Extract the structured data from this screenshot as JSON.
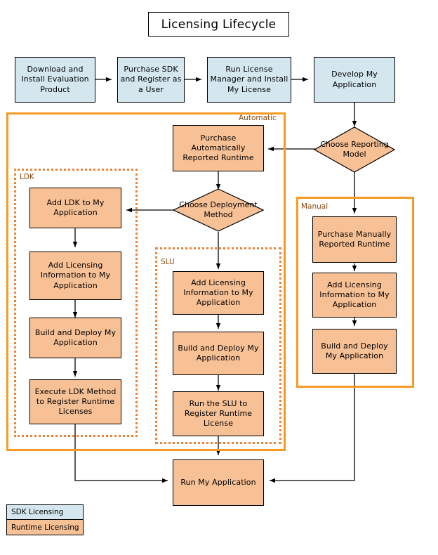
{
  "title": {
    "text": "Licensing Lifecycle"
  },
  "colors": {
    "sdk_fill": "#d4e7ef",
    "runtime_fill": "#f7c095",
    "group_solid_border": "#f59a23",
    "group_dotted_border": "#ef8137",
    "group_label_text": "#8a4a12",
    "node_border": "#000000",
    "connector": "#000000",
    "page_background": "#ffffff"
  },
  "groups": [
    {
      "name": "runtime-licensing-outer",
      "label": "",
      "style": "solid"
    },
    {
      "name": "automatic-group",
      "label": "Automatic",
      "style": "solid"
    },
    {
      "name": "manual-group",
      "label": "Manual",
      "style": "solid"
    },
    {
      "name": "ldk-group",
      "label": "LDK",
      "style": "dotted"
    },
    {
      "name": "slu-group",
      "label": "SLU",
      "style": "dotted"
    }
  ],
  "nodes": {
    "download_install": {
      "label": "Download and Install Evaluation Product",
      "category": "sdk",
      "shape": "rect"
    },
    "purchase_sdk": {
      "label": "Purchase SDK and Register as a User",
      "category": "sdk",
      "shape": "rect"
    },
    "run_license_manager": {
      "label": "Run License Manager and Install My License",
      "category": "sdk",
      "shape": "rect"
    },
    "develop_my_application": {
      "label": "Develop My Application",
      "category": "sdk",
      "shape": "rect"
    },
    "choose_reporting_model": {
      "label": "Choose Reporting Model",
      "category": "runtime",
      "shape": "diamond"
    },
    "purchase_auto_runtime": {
      "label": "Purchase Automatically Reported Runtime",
      "category": "runtime",
      "shape": "rect"
    },
    "choose_deployment_method": {
      "label": "Choose Deployment Method",
      "category": "runtime",
      "shape": "diamond"
    },
    "ldk_add": {
      "label": "Add LDK to My Application",
      "category": "runtime",
      "shape": "rect"
    },
    "ldk_add_licensing_info": {
      "label": "Add Licensing Information to My Application",
      "category": "runtime",
      "shape": "rect"
    },
    "ldk_build_deploy": {
      "label": "Build and Deploy My Application",
      "category": "runtime",
      "shape": "rect"
    },
    "ldk_execute_method": {
      "label": "Execute LDK Method to Register Runtime Licenses",
      "category": "runtime",
      "shape": "rect"
    },
    "slu_add_licensing_info": {
      "label": "Add Licensing Information to My Application",
      "category": "runtime",
      "shape": "rect"
    },
    "slu_build_deploy": {
      "label": "Build and Deploy My Application",
      "category": "runtime",
      "shape": "rect"
    },
    "slu_run": {
      "label": "Run the SLU to Register Runtime License",
      "category": "runtime",
      "shape": "rect"
    },
    "manual_purchase_runtime": {
      "label": "Purchase Manually Reported Runtime",
      "category": "runtime",
      "shape": "rect"
    },
    "manual_add_licensing_info": {
      "label": "Add Licensing Information to My Application",
      "category": "runtime",
      "shape": "rect"
    },
    "manual_build_deploy": {
      "label": "Build and Deploy My Application",
      "category": "runtime",
      "shape": "rect"
    },
    "run_my_application": {
      "label": "Run My Application",
      "category": "runtime",
      "shape": "rect"
    }
  },
  "legend": {
    "sdk_label": "SDK Licensing",
    "runtime_label": "Runtime Licensing"
  }
}
